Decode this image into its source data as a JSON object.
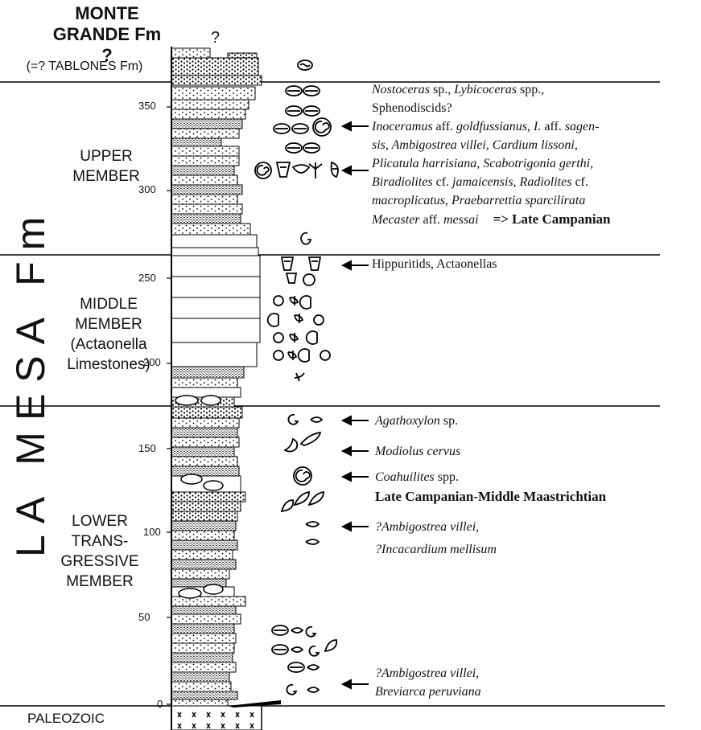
{
  "formations": {
    "top_name": "MONTE GRANDE Fm ?",
    "top_alt": "(=? TABLONES Fm)",
    "top_question": "?",
    "main_name": "LA MESA Fm",
    "base_name": "PALEOZOIC"
  },
  "members": {
    "upper": [
      "UPPER",
      "MEMBER"
    ],
    "middle": [
      "MIDDLE",
      "MEMBER",
      "(Actaonella",
      "Limestones)"
    ],
    "lower": [
      "LOWER",
      "TRANS-",
      "GRESSIVE",
      "MEMBER"
    ]
  },
  "scale": {
    "ticks": [
      "350",
      "300",
      "250",
      "200",
      "150",
      "100",
      "50",
      "0"
    ]
  },
  "annotations": {
    "upper_taxa_1": [
      "Nostoceras",
      " sp., ",
      "Lybicoceras",
      " spp.,"
    ],
    "upper_taxa_2": "Sphenodiscids?",
    "upper_taxa_3": [
      "Inoceramus",
      " aff. ",
      "goldfussianus",
      ", ",
      "I.",
      " aff. ",
      "sagen-"
    ],
    "upper_taxa_4": "sis, Ambigostrea villei, Cardium lissoni,",
    "upper_taxa_5": "Plicatula harrisiana, Scabotrigonia gerthi,",
    "upper_taxa_6": [
      "Biradiolites",
      " cf. ",
      "jamaicensis",
      ", ",
      "Radiolites",
      " cf."
    ],
    "upper_taxa_7": "macroplicatus, Praebarrettia sparcilirata",
    "upper_taxa_8": [
      "Mecaster",
      " aff. ",
      "messai"
    ],
    "upper_age": "=> Late Campanian",
    "middle_taxa": "Hippuritids, Actaonellas",
    "lower_taxa_1": [
      "Agathoxylon",
      " sp."
    ],
    "lower_taxa_2": "Modiolus cervus",
    "lower_taxa_3": [
      "Coahuilites",
      " spp."
    ],
    "lower_age": "Late Campanian-Middle Maastrichtian",
    "lower_taxa_4": "?Ambigostrea villei,",
    "lower_taxa_5": "?Incacardium mellisum",
    "basal_taxa_1": "?Ambigostrea villei,",
    "basal_taxa_2": "Breviarca peruviana"
  },
  "icons": [
    "ammonite-icon",
    "inoceramid-icon",
    "rudist-icon",
    "gastropod-icon",
    "bivalve-icon",
    "echinoid-icon",
    "wood-icon"
  ]
}
